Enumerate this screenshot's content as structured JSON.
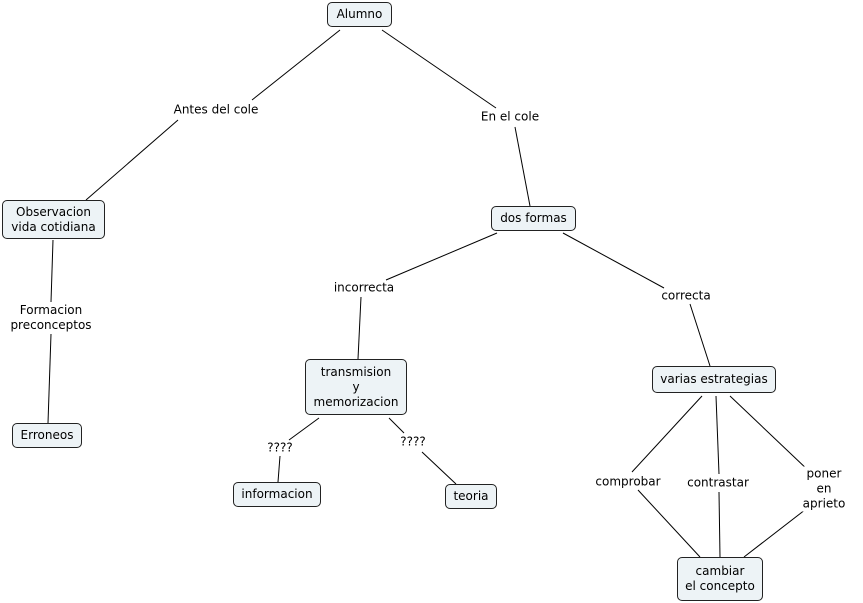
{
  "concept_map": {
    "nodes": {
      "alumno": "Alumno",
      "observacion": "Observacion\nvida cotidiana",
      "erroneos": "Erroneos",
      "dos_formas": "dos formas",
      "transmision": "transmision\ny\nmemorizacion",
      "informacion": "informacion",
      "teoria": "teoria",
      "varias": "varias estrategias",
      "cambiar": "cambiar\nel concepto"
    },
    "links": {
      "antes": "Antes del cole",
      "en_el_cole": "En el cole",
      "formacion": "Formacion\npreconceptos",
      "incorrecta": "incorrecta",
      "correcta": "correcta",
      "q1": "????",
      "q2": "????",
      "comprobar": "comprobar",
      "contrastar": "contrastar",
      "poner": "poner\nen aprieto"
    }
  }
}
